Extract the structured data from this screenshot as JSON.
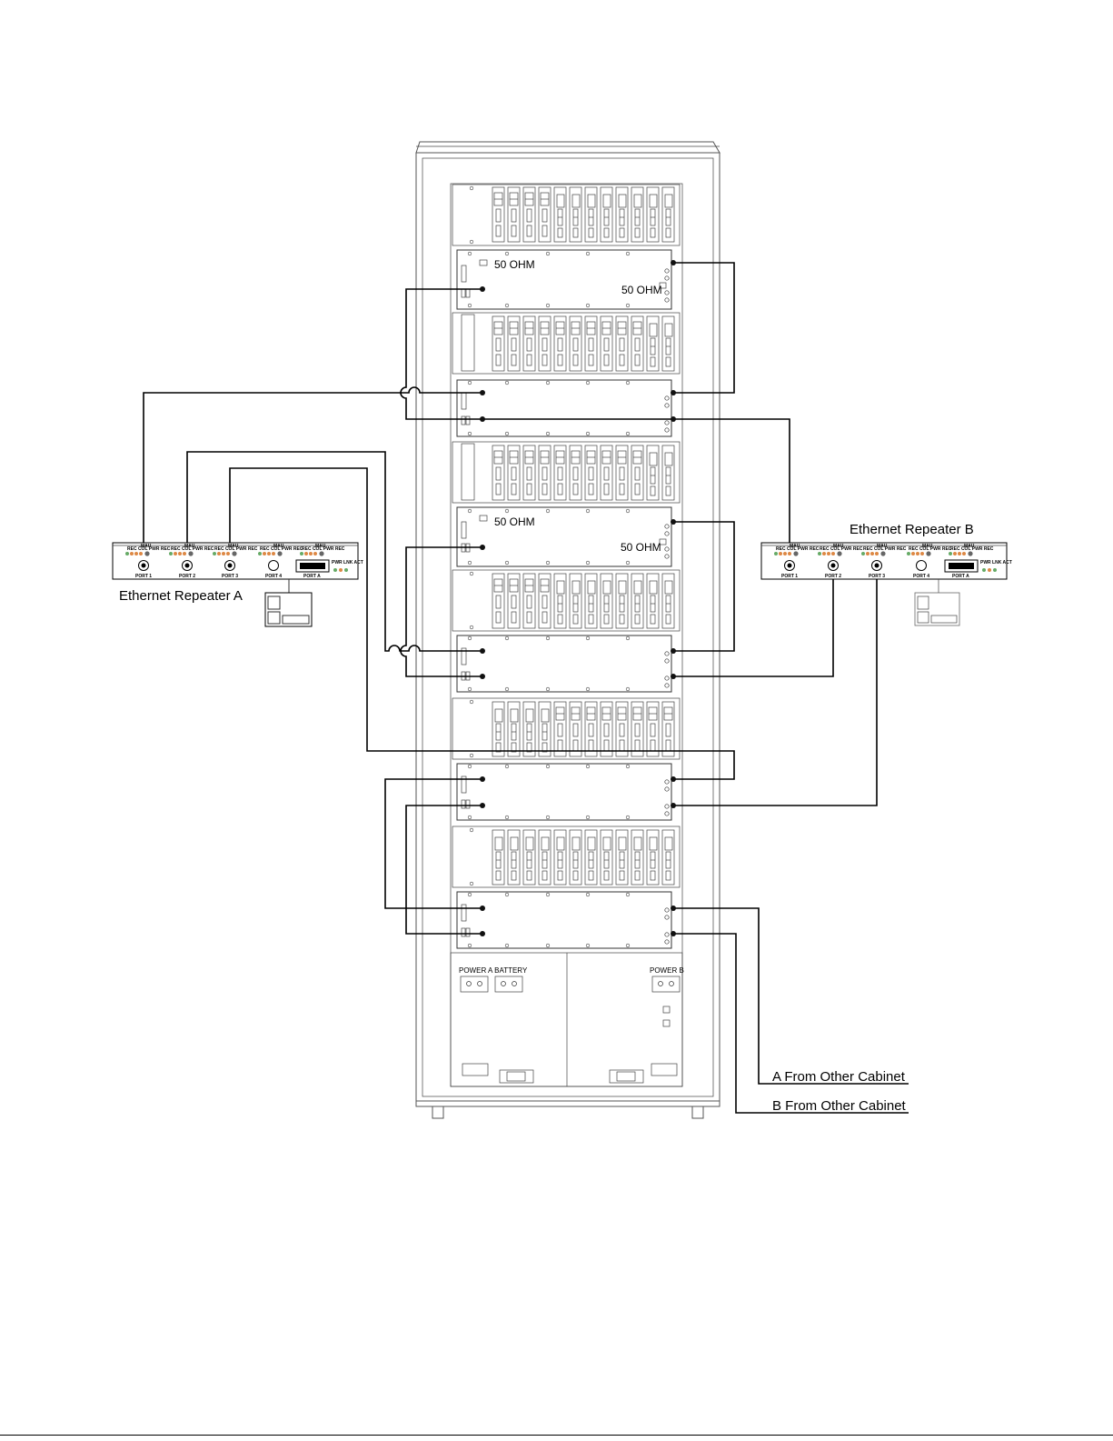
{
  "labels": {
    "repeater_a": "Ethernet Repeater A",
    "repeater_b": "Ethernet Repeater B",
    "ohm_50": "50 OHM",
    "power_a_battery": "POWER A BATTERY",
    "power_b": "POWER B",
    "a_from_other": "A From Other Cabinet",
    "b_from_other": "B From Other Cabinet"
  },
  "repeater_ports": [
    "PORT 1",
    "PORT 2",
    "PORT 3",
    "PORT 4",
    "PORT A"
  ],
  "led_labels": {
    "top": "MAU",
    "row": "REC COL PWR REC",
    "pwr": "PWR LNK ACT"
  }
}
